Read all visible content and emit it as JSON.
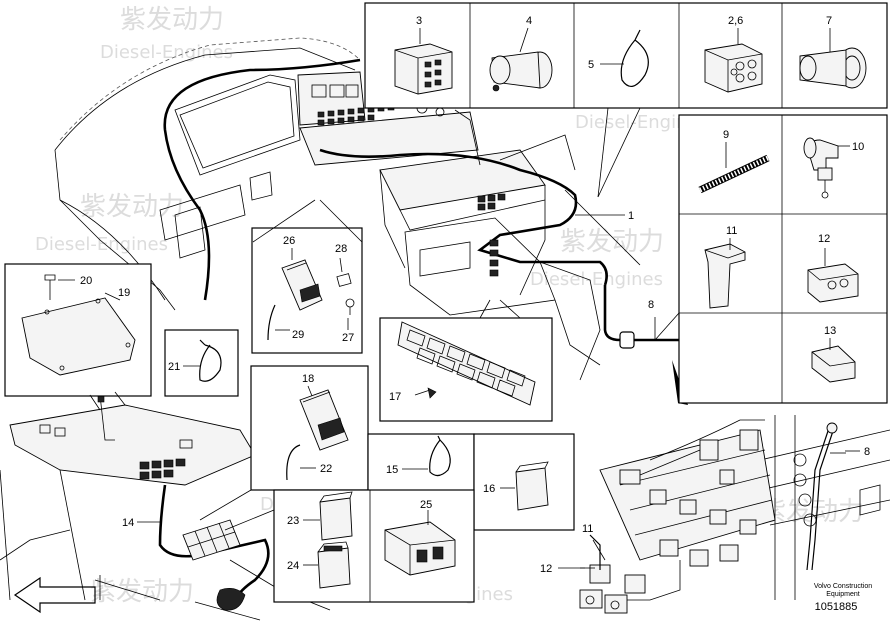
{
  "watermark": {
    "brand_cn": "紫发动力",
    "brand_en": "Diesel-Engines"
  },
  "callouts": [
    "1",
    "2,6",
    "3",
    "4",
    "5",
    "7",
    "8",
    "8",
    "9",
    "10",
    "11",
    "11",
    "12",
    "12",
    "13",
    "14",
    "15",
    "16",
    "17",
    "18",
    "19",
    "20",
    "21",
    "22",
    "23",
    "24",
    "25",
    "26",
    "27",
    "28",
    "29"
  ],
  "caption": {
    "line1": "Volvo Construction",
    "line2": "Equipment",
    "number": "1051885"
  },
  "colors": {
    "line": "#000000",
    "watermark": "#dcdcdc",
    "background": "#ffffff"
  }
}
